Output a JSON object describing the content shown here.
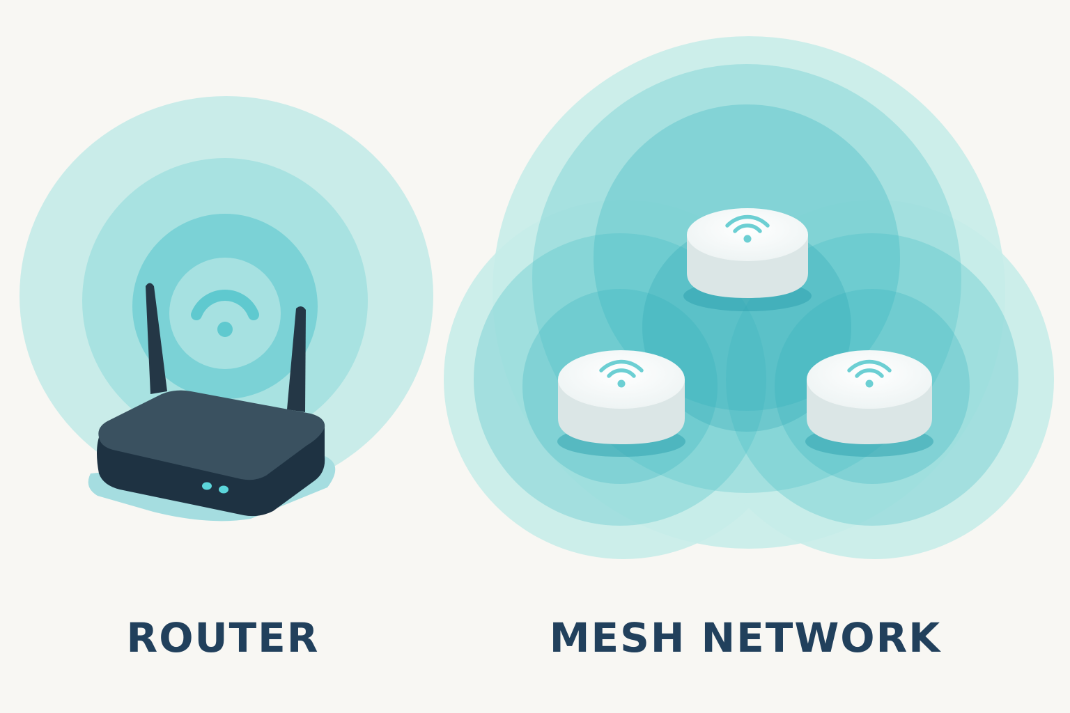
{
  "labels": {
    "router": "ROUTER",
    "mesh": "MESH NETWORK"
  },
  "icons": {
    "router": "wifi-router-icon",
    "mesh_node": "mesh-node-icon",
    "wifi": "wifi-signal-icon"
  },
  "colors": {
    "background": "#f8f7f3",
    "signal_light": "#c9ece9",
    "signal_mid": "#8fd9d8",
    "signal_strong": "#4fc3c9",
    "signal_core": "#2aa6b3",
    "router_body": "#1f3444",
    "router_top": "#3a5160",
    "node_body": "#ffffff",
    "node_side": "#dbe6e6",
    "indicator": "#5cd6db",
    "label": "#21405c"
  },
  "mesh": {
    "node_count": 3
  }
}
